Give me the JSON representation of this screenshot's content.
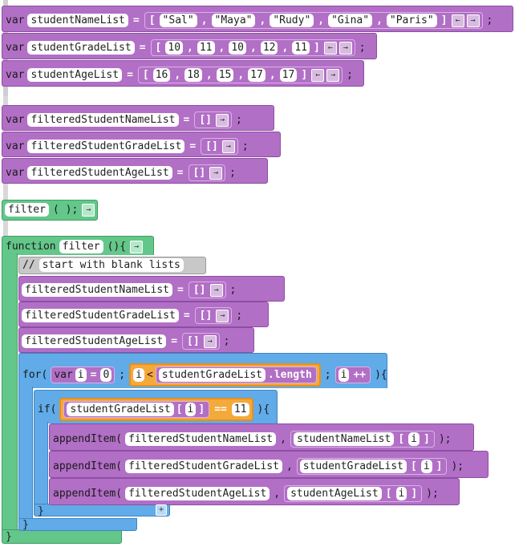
{
  "var_kw": "var",
  "eq": "=",
  "semi": ";",
  "open_bracket": "[",
  "close_bracket": "]",
  "empty_list": "[]",
  "left_arrow": "←",
  "right_arrow": "→",
  "comma": ",",
  "decls": [
    {
      "name": "studentNameList",
      "values": [
        "\"Sal\"",
        "\"Maya\"",
        "\"Rudy\"",
        "\"Gina\"",
        "\"Paris\""
      ]
    },
    {
      "name": "studentGradeList",
      "values": [
        "10",
        "11",
        "10",
        "12",
        "11"
      ]
    },
    {
      "name": "studentAgeList",
      "values": [
        "16",
        "18",
        "15",
        "17",
        "17"
      ]
    }
  ],
  "filtered_decls": [
    "filteredStudentNameList",
    "filteredStudentGradeList",
    "filteredStudentAgeList"
  ],
  "call": {
    "name": "filter",
    "parens": "( );"
  },
  "func": {
    "keyword": "function",
    "name": "filter",
    "tail": "(){",
    "comment_slashes": "//",
    "comment": "start with blank lists",
    "assigns": [
      "filteredStudentNameList",
      "filteredStudentGradeList",
      "filteredStudentAgeList"
    ],
    "for_kw": "for(",
    "loop_var": "i",
    "zero": "0",
    "lt": "<",
    "grade_list": "studentGradeList",
    "length": ".length",
    "inc": "++",
    "close_paren_brace": "){",
    "if_kw": "if(",
    "eqeq": "==",
    "eleven": "11",
    "append_kw": "appendItem(",
    "appends": [
      {
        "target": "filteredStudentNameList",
        "source": "studentNameList"
      },
      {
        "target": "filteredStudentGradeList",
        "source": "studentGradeList"
      },
      {
        "target": "filteredStudentAgeList",
        "source": "studentAgeList"
      }
    ],
    "close_call": ");",
    "close_brace": "}",
    "plus": "+"
  }
}
